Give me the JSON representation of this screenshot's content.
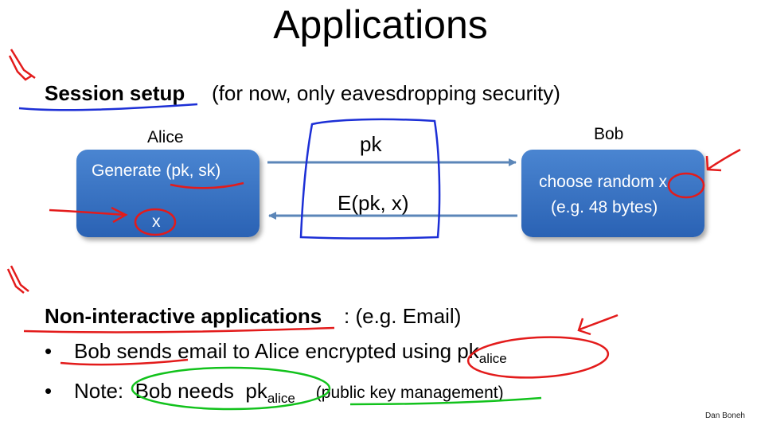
{
  "title": "Applications",
  "session": {
    "heading": "Session setup",
    "note": "(for now, only eavesdropping security)",
    "alice": {
      "label": "Alice",
      "generate": "Generate  (pk, sk)",
      "secret": "x"
    },
    "bob": {
      "label": "Bob",
      "line1": "choose random x",
      "line2": "(e.g.  48 bytes)"
    },
    "messages": {
      "forward": "pk",
      "backward": "E(pk, x)"
    }
  },
  "noninteractive": {
    "heading": "Non-interactive applications",
    "rest": ":  (e.g.  Email)",
    "bullets": [
      {
        "bullet": "•",
        "text": "Bob sends email to Alice encrypted using  pk",
        "sub": "alice"
      },
      {
        "bullet": "•",
        "prefix": "Note:  ",
        "text": "Bob needs  pk",
        "sub": "alice",
        "suffix": "(public key management)"
      }
    ]
  },
  "footer": "Dan Boneh",
  "colors": {
    "box": "#3572c2",
    "arrow": "#5b86b8",
    "ink_red": "#e31b1b",
    "ink_blue": "#1c2fd6",
    "ink_green": "#12c21c"
  }
}
